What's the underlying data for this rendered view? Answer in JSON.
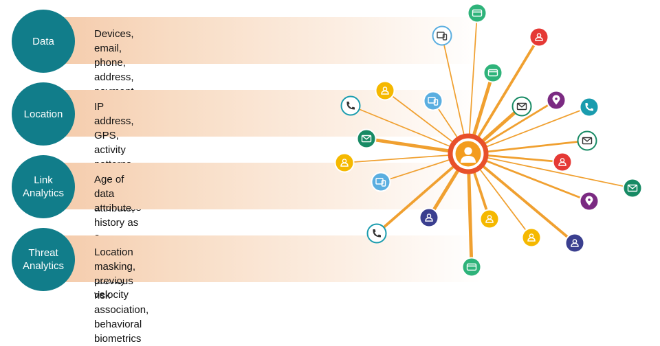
{
  "rows": [
    {
      "title": "Data",
      "desc": "Devices, email, phone, address,\npayment amount, beneficiary"
    },
    {
      "title": "Location",
      "desc": "IP address, GPS, activity patterns,\nproximity, distance anomalies"
    },
    {
      "title": "Link\nAnalytics",
      "desc": "Age of data attribute, history as a\ncombined entity, activity velocity"
    },
    {
      "title": "Threat\nAnalytics",
      "desc": "Location masking, previous risk\nassociation, behavioral biometrics"
    }
  ],
  "colors": {
    "circle": "#117d8a",
    "hub_ring": "#e8502a",
    "hub_fill": "#f39c1e",
    "link": "#f0a030",
    "card": "#2eb37a",
    "device": "#5aaee0",
    "person_red": "#e53935",
    "person_yellow": "#f5b800",
    "person_navy": "#3a3f8f",
    "mail_teal": "#178a64",
    "phone_teal": "#1a9cae",
    "pin_purple": "#7b2a82"
  },
  "network_nodes": [
    {
      "icon": "credit-card-icon",
      "kind": "card",
      "style": "filled",
      "weight": 1
    },
    {
      "icon": "device-icon",
      "kind": "device",
      "style": "outline",
      "weight": 1
    },
    {
      "icon": "person-icon",
      "kind": "person_red",
      "style": "filled",
      "weight": 3
    },
    {
      "icon": "credit-card-icon",
      "kind": "card",
      "style": "filled",
      "weight": 4
    },
    {
      "icon": "person-icon",
      "kind": "person_yellow",
      "style": "filled",
      "weight": 1
    },
    {
      "icon": "device-icon",
      "kind": "device",
      "style": "filled",
      "weight": 1
    },
    {
      "icon": "phone-icon",
      "kind": "phone_teal",
      "style": "outline",
      "weight": 1
    },
    {
      "icon": "mail-icon",
      "kind": "mail_teal",
      "style": "outline",
      "weight": 4
    },
    {
      "icon": "location-pin-icon",
      "kind": "pin_purple",
      "style": "filled",
      "weight": 2
    },
    {
      "icon": "phone-icon",
      "kind": "phone_teal",
      "style": "filled",
      "weight": 1
    },
    {
      "icon": "mail-icon",
      "kind": "mail_teal",
      "style": "filled",
      "weight": 4
    },
    {
      "icon": "mail-icon",
      "kind": "mail_teal",
      "style": "outline",
      "weight": 2
    },
    {
      "icon": "person-icon",
      "kind": "person_yellow",
      "style": "filled",
      "weight": 1
    },
    {
      "icon": "person-icon",
      "kind": "person_red",
      "style": "filled",
      "weight": 2
    },
    {
      "icon": "device-icon",
      "kind": "device",
      "style": "filled",
      "weight": 1
    },
    {
      "icon": "mail-icon",
      "kind": "mail_teal",
      "style": "filled",
      "weight": 1
    },
    {
      "icon": "location-pin-icon",
      "kind": "pin_purple",
      "style": "filled",
      "weight": 2
    },
    {
      "icon": "person-icon",
      "kind": "person_navy",
      "style": "filled",
      "weight": 4
    },
    {
      "icon": "person-icon",
      "kind": "person_yellow",
      "style": "filled",
      "weight": 3
    },
    {
      "icon": "phone-icon",
      "kind": "phone_teal",
      "style": "outline",
      "weight": 3
    },
    {
      "icon": "person-icon",
      "kind": "person_yellow",
      "style": "filled",
      "weight": 1
    },
    {
      "icon": "person-icon",
      "kind": "person_navy",
      "style": "filled",
      "weight": 3
    },
    {
      "icon": "credit-card-icon",
      "kind": "card",
      "style": "filled",
      "weight": 4
    }
  ]
}
